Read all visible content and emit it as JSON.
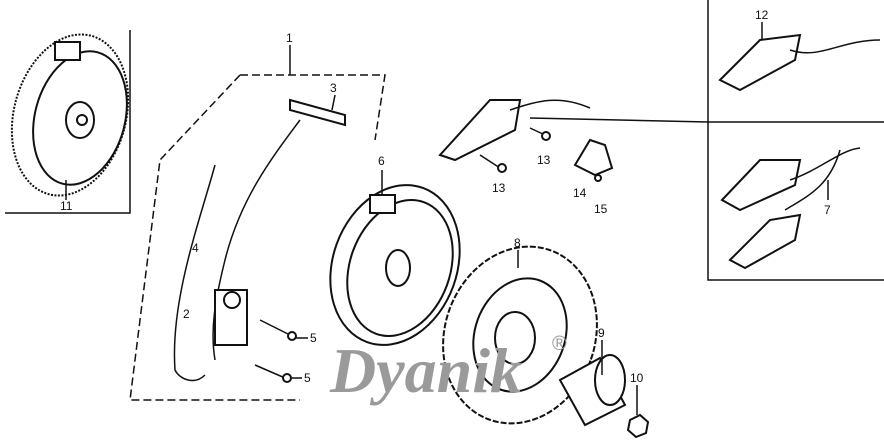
{
  "diagram": {
    "callouts": [
      "1",
      "2",
      "3",
      "4",
      "5",
      "6",
      "7",
      "8",
      "9",
      "10",
      "11",
      "12",
      "13",
      "14",
      "15"
    ],
    "watermark": "Dyanik",
    "watermark_mark": "®"
  }
}
